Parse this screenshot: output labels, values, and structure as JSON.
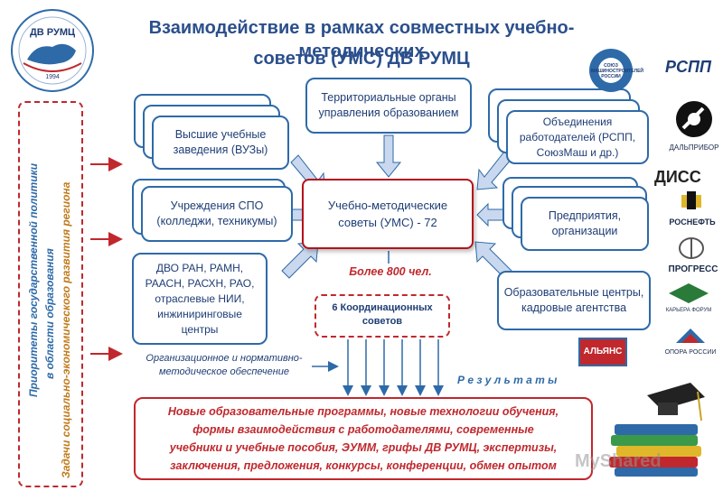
{
  "title": {
    "line1": "Взаимодействие в рамках совместных учебно-методических",
    "line2": "советов (УМС) ДВ РУМЦ"
  },
  "logo": {
    "text": "ДВ РУМЦ",
    "year": "1994"
  },
  "left_column": {
    "line1": "Приоритеты государственной политики",
    "line2": "в области образования",
    "line3": "Задачи социально-экономического развития региона"
  },
  "boxes": {
    "universities": "Высшие учебные заведения (ВУЗы)",
    "territorial": "Территориальные органы управления образованием",
    "employers": "Объединения работодателей (РСПП, СоюзМаш и др.)",
    "spo": "Учреждения СПО (колледжи, техникумы)",
    "ums": "Учебно-методические советы (УМС) - 72",
    "enterprises": "Предприятия, организации",
    "academies": "ДВО РАН, РАМН, РААСН, РАСХН, РАО, отраслевые НИИ, инжиниринговые центры",
    "edu_centers": "Образовательные центры, кадровые агентства"
  },
  "more_than": "Более 800 чел.",
  "coord": "6 Координационных советов",
  "org_support": "Организационное и нормативно-методическое обеспечение",
  "results_label": "Р е з у л ь т а т ы",
  "results": {
    "line1": "Новые образовательные программы, новые технологии обучения,",
    "line2": "формы взаимодействия с работодателями, современные",
    "line3": "учебники и учебные пособия, ЭУММ, грифы ДВ РУМЦ, экспертизы,",
    "line4": "заключения, предложения, конкурсы, конференции, обмен опытом"
  },
  "right_logos": {
    "soyuz": "СОЮЗ МАШИНОСТРОИТЕЛЕЙ РОССИИ",
    "rspp": "РСПП",
    "dalpribor": "ДАЛЬПРИБОР",
    "diss": "ДИСС",
    "rosneft": "РОСНЕФТЬ",
    "progress": "ПРОГРЕСС",
    "kariera": "КАРЬЕРА ФОРУМ",
    "opora": "ОПОРА РОССИИ",
    "alliance": "АЛЬЯНС"
  },
  "watermark": "MyShared",
  "colors": {
    "blue": "#2e6aa8",
    "red": "#c0282d",
    "title": "#2b4f8c"
  }
}
